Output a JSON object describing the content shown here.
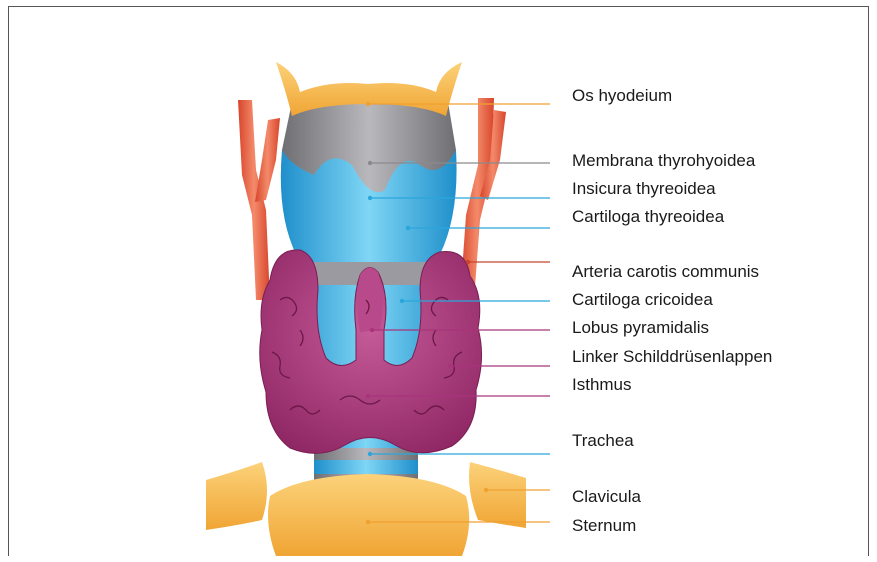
{
  "labels": [
    {
      "id": "os-hyodeium",
      "text": "Os hyodeium"
    },
    {
      "id": "membrana-thyrohyoidea",
      "text": "Membrana thyrohyoidea"
    },
    {
      "id": "insicura-thyreoidea",
      "text": "Insicura thyreoidea"
    },
    {
      "id": "cartiloga-thyreoidea",
      "text": "Cartiloga thyreoidea"
    },
    {
      "id": "arteria-carotis-communis",
      "text": "Arteria carotis communis"
    },
    {
      "id": "cartiloga-cricoidea",
      "text": "Cartiloga cricoidea"
    },
    {
      "id": "lobus-pyramidalis",
      "text": "Lobus pyramidalis"
    },
    {
      "id": "linker-schilddruesenlappen",
      "text": "Linker Schilddrüsenlappen"
    },
    {
      "id": "isthmus",
      "text": "Isthmus"
    },
    {
      "id": "trachea",
      "text": "Trachea"
    },
    {
      "id": "clavicula",
      "text": "Clavicula"
    },
    {
      "id": "sternum",
      "text": "Sternum"
    }
  ],
  "colors": {
    "bone": "#f5b74a",
    "cartilage": "#3cb4e6",
    "membrane": "#8a8a8e",
    "artery": "#e2553a",
    "thyroid": "#a8347a",
    "leader_bone": "#f0a030",
    "leader_gray": "#8a8a8e",
    "leader_blue": "#2aa6db",
    "leader_red": "#c6452c",
    "leader_magenta": "#a8347a"
  }
}
